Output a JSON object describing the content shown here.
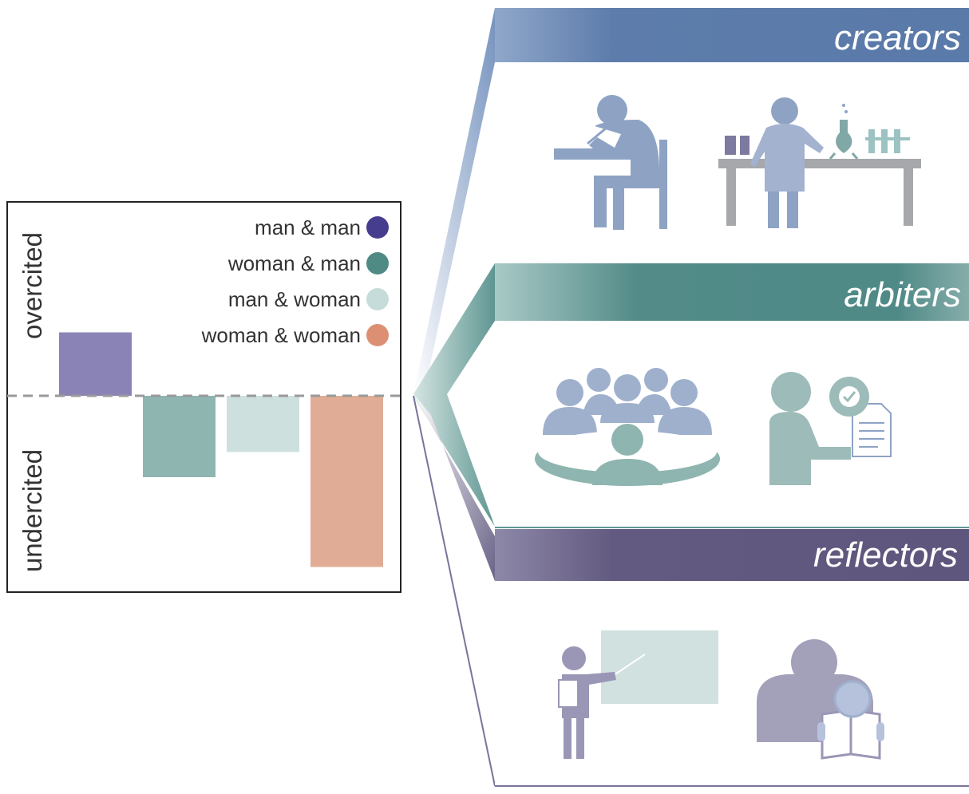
{
  "chart_data": {
    "type": "bar",
    "categories": [
      "man & man",
      "woman & man",
      "man & woman",
      "woman & woman"
    ],
    "values": [
      0.53,
      -0.68,
      -0.47,
      -1.43
    ],
    "colors": [
      "#8a84b6",
      "#8fb5b0",
      "#cde0de",
      "#e1ac96"
    ],
    "legend_dot_colors": [
      "#473d8f",
      "#4f8a85",
      "#c6dcda",
      "#dc8f73"
    ],
    "ylabel_positive": "overcited",
    "ylabel_negative": "undercited",
    "baseline": 0,
    "baseline_style": "dashed",
    "legend_position": "top-right"
  },
  "panels": [
    {
      "label": "creators",
      "color": "#5a7aa9"
    },
    {
      "label": "arbiters",
      "color": "#4f8a87"
    },
    {
      "label": "reflectors",
      "color": "#5e567c"
    }
  ],
  "icons": {
    "creators": [
      "person-writing-at-desk-icon",
      "scientist-in-lab-icon"
    ],
    "arbiters": [
      "committee-roundtable-icon",
      "person-with-certificate-icon"
    ],
    "reflectors": [
      "teacher-at-board-icon",
      "person-reading-magnifier-icon"
    ]
  }
}
